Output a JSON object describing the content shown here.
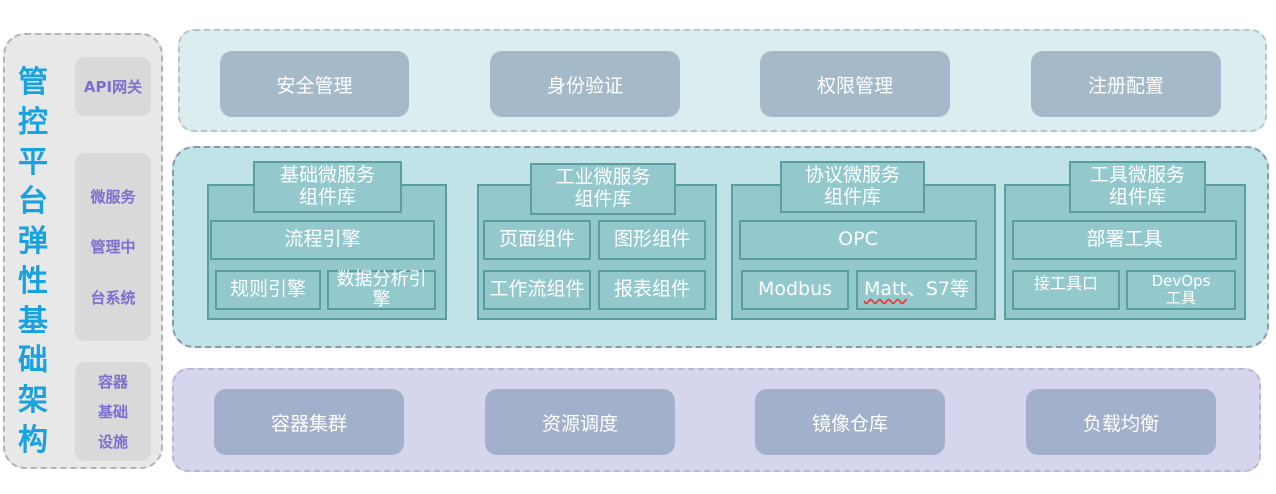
{
  "left": {
    "title_chars": [
      "管",
      "控",
      "平",
      "台",
      "弹",
      "性",
      "基",
      "础",
      "架",
      "构"
    ],
    "api_gateway": "API网关",
    "middle": [
      "微服务",
      "管理中",
      "台系统"
    ],
    "container": [
      "容器",
      "基础",
      "设施"
    ]
  },
  "security_band": [
    "安全管理",
    "身份验证",
    "权限管理",
    "注册配置"
  ],
  "groups": {
    "basic": {
      "title": "基础微服务\n组件库",
      "row1": "流程引擎",
      "row2": [
        "规则引擎",
        "数据分析引擎"
      ]
    },
    "industrial": {
      "title": "工业微服务\n组件库",
      "cells": [
        "页面组件",
        "图形组件",
        "工作流组件",
        "报表组件"
      ]
    },
    "protocol": {
      "title": "协议微服务\n组件库",
      "row1": "OPC",
      "row2_a": "Modbus",
      "row2_b_prefix": "Matt",
      "row2_b_suffix": "、S7等"
    },
    "tools": {
      "title": "工具微服务\n组件库",
      "row1": "部署工具",
      "row2": [
        "接工具口",
        "DevOps\n工具"
      ]
    }
  },
  "infra_band": [
    "容器集群",
    "资源调度",
    "镜像仓库",
    "负载均衡"
  ],
  "colors": {
    "title_blue": "#19a2e0",
    "left_text_purple": "#7b6fd0",
    "teal_fill": "#93c9cc",
    "teal_border": "#5b9ea2",
    "top_band": "#dcedf0",
    "mid_band": "#bfe3e6",
    "bottom_band": "#d5d5ee"
  }
}
